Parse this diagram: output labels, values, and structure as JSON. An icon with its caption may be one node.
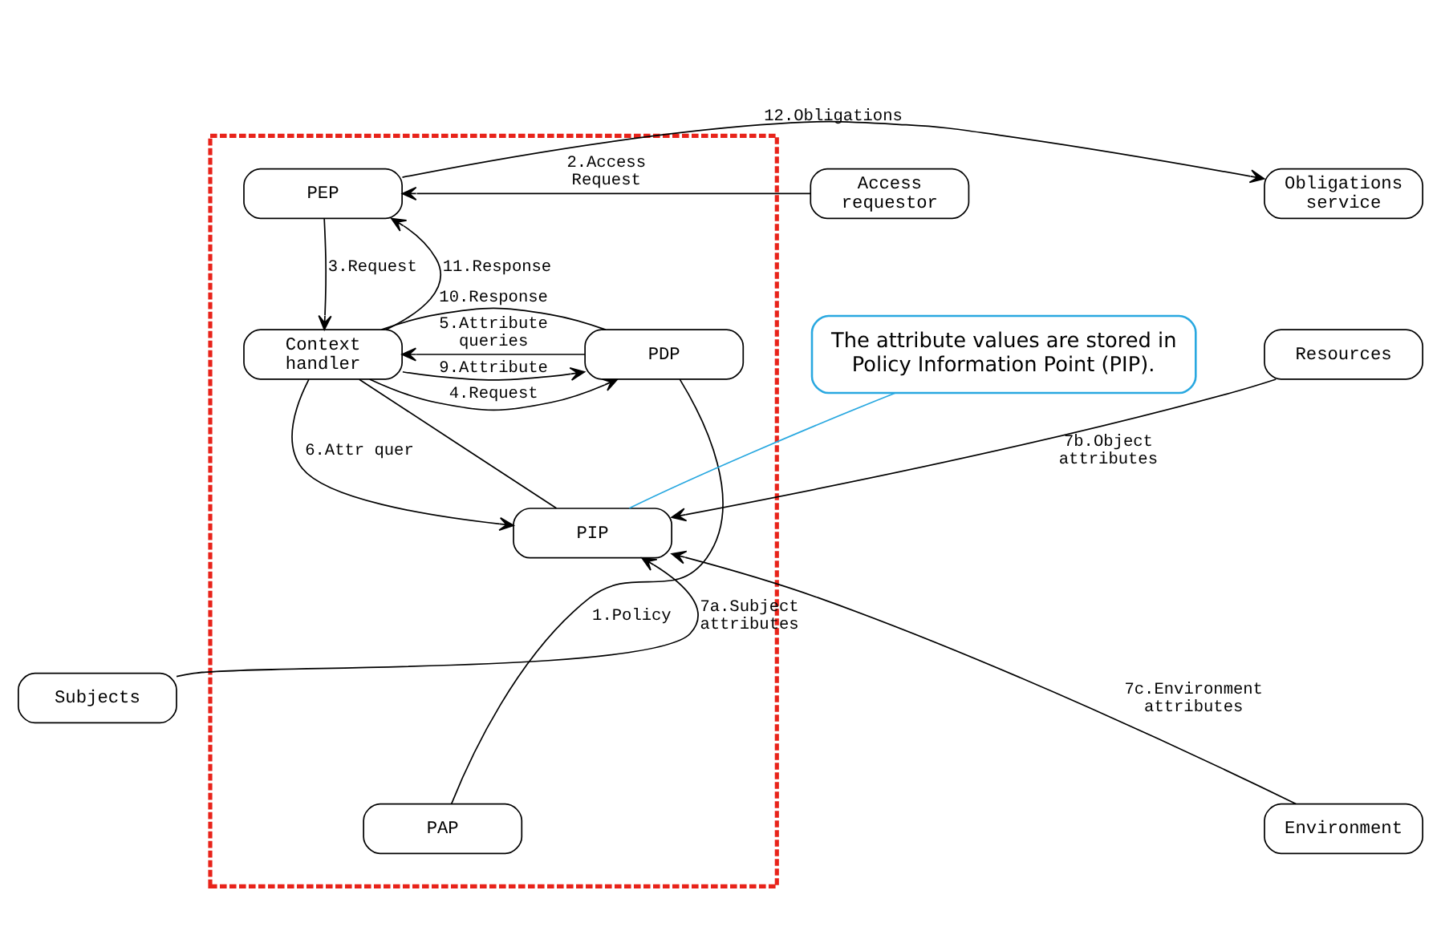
{
  "diagram": {
    "nodes": [
      {
        "text": [],
        "shape": "region"
      },
      {
        "text": [
          "Access requestor"
        ]
      },
      {
        "text": [
          "PEP"
        ],
        "in": 0
      },
      {
        "text": [
          "Obligations service"
        ]
      },
      {
        "text": [
          "PDP"
        ],
        "in": 0
      },
      {
        "text": [
          "Context handler"
        ],
        "in": 0
      },
      {
        "text": [
          "Resources"
        ]
      },
      {
        "text": [
          "The attribute values are stored in Policy Information Point (PIP)."
        ]
      },
      {
        "text": [
          "PIP"
        ],
        "in": 0
      },
      {
        "text": [
          "PAP"
        ],
        "in": 0
      },
      {
        "text": [
          "Subjects"
        ]
      },
      {
        "text": [
          "Environment"
        ]
      }
    ],
    "edges": [
      {
        "from": 1,
        "to": 2,
        "arrow": "to",
        "label": "2.Access Request"
      },
      {
        "from": 2,
        "to": 3,
        "arrow": "to",
        "label": "12.Obligations"
      },
      {
        "from": 2,
        "to": 5,
        "arrow": "to",
        "label": "3.Request"
      },
      {
        "from": 5,
        "to": 2,
        "arrow": "to",
        "label": "11.Response"
      },
      {
        "from": 5,
        "to": 4,
        "arrow": "to",
        "label": "4.Request"
      },
      {
        "from": 4,
        "to": 5,
        "arrow": "to",
        "label": "5.Attribute queries"
      },
      {
        "from": 5,
        "to": 4,
        "arrow": "to",
        "label": "9.Attribute"
      },
      {
        "from": 4,
        "to": 5,
        "arrow": "none",
        "label": "10.Response"
      },
      {
        "from": 5,
        "to": 8,
        "arrow": "to",
        "label": "6.Attr quer"
      },
      {
        "from": 8,
        "to": 5,
        "arrow": "none"
      },
      {
        "from": 9,
        "to": 4,
        "arrow": "none",
        "label": "1.Policy"
      },
      {
        "from": 6,
        "to": 8,
        "arrow": "to",
        "label": "7b.Object attributes"
      },
      {
        "from": 11,
        "to": 8,
        "arrow": "to",
        "label": "7c.Environment attributes"
      },
      {
        "from": 10,
        "to": 8,
        "arrow": "to",
        "label": "7a.Subject attributes"
      },
      {
        "from": 7,
        "to": 8,
        "arrow": "none",
        "color": "#29a8e0"
      }
    ]
  }
}
